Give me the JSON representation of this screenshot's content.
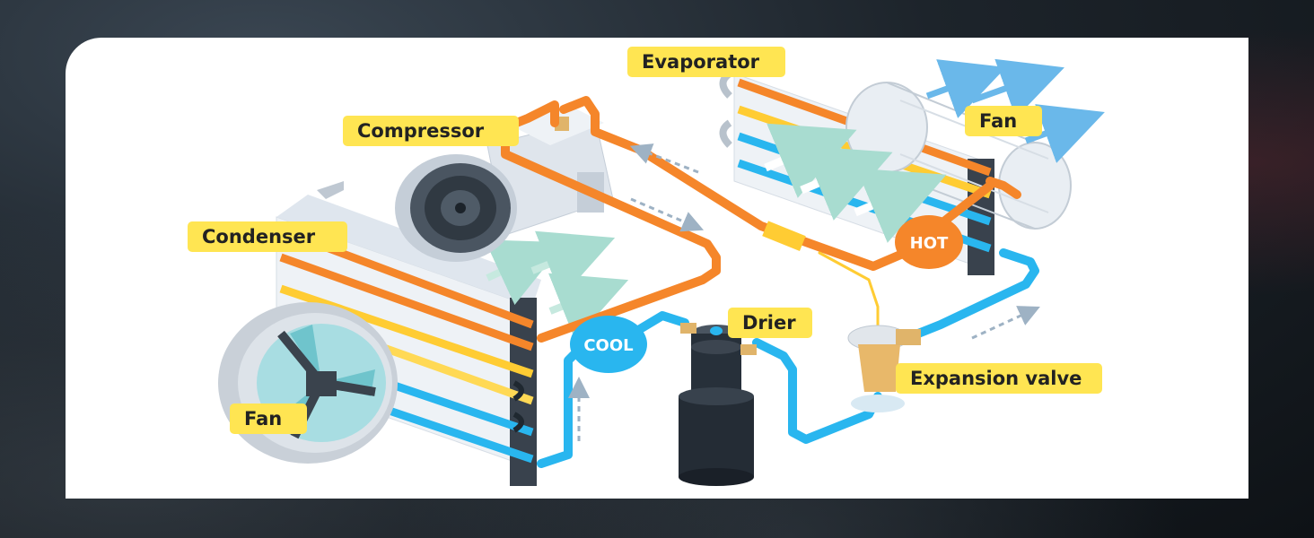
{
  "diagram": {
    "labels": {
      "evaporator": "Evaporator",
      "compressor": "Compressor",
      "fan_top": "Fan",
      "condenser": "Condenser",
      "drier": "Drier",
      "expansion_valve": "Expansion valve",
      "fan_bottom": "Fan"
    },
    "badges": {
      "hot": "HOT",
      "cool": "COOL"
    },
    "colors": {
      "label_bg": "#ffe552",
      "hot_pipe": "#f5862a",
      "cool_pipe": "#29b6ef",
      "warm_pipe": "#ffcc33",
      "hot_badge": "#f5862a",
      "cool_badge": "#29b6ef",
      "airflow_arrow": "#6ab8ea"
    }
  }
}
